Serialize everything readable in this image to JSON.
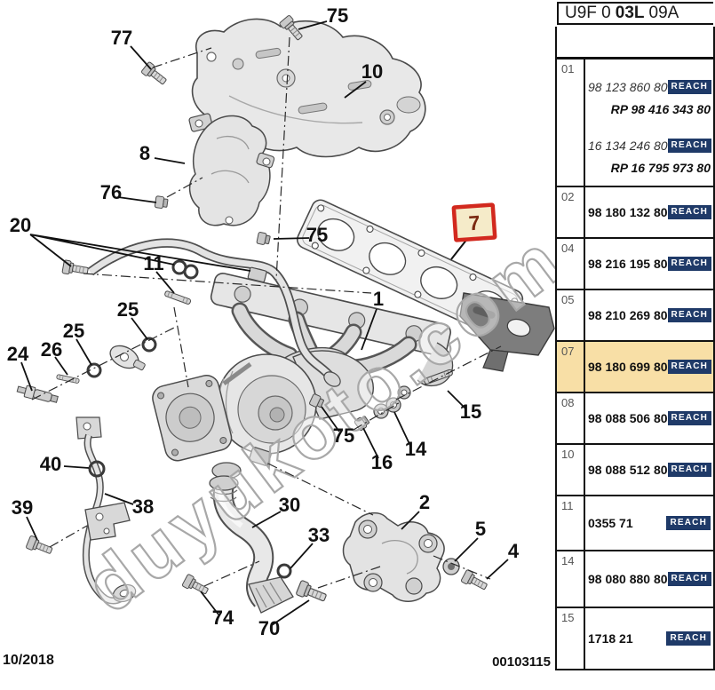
{
  "header": {
    "code_prefix": "U9F 0",
    "code_bold": "03L",
    "code_suffix": "09A"
  },
  "footer": {
    "date": "10/2018",
    "drawing_number": "00103115"
  },
  "watermark": {
    "text": "duyukoto.com"
  },
  "panel": {
    "reach_label": "REACH",
    "reach_color": "#1F3A68",
    "highlight_color": "#F8DFA6",
    "rows": [
      {
        "ref": "01",
        "highlight": false,
        "entries": [
          {
            "part": "98 123 860 80",
            "reach": true,
            "style": "italic"
          },
          {
            "part": "RP 98 416 343 80",
            "reach": false,
            "style": "rp"
          },
          {
            "part": "16 134 246 80",
            "reach": true,
            "style": "italic"
          },
          {
            "part": "RP 16 795 973 80",
            "reach": false,
            "style": "rp"
          }
        ]
      },
      {
        "ref": "02",
        "highlight": false,
        "entries": [
          {
            "part": "98 180 132 80",
            "reach": true,
            "style": "plain"
          }
        ]
      },
      {
        "ref": "04",
        "highlight": false,
        "entries": [
          {
            "part": "98 216 195 80",
            "reach": true,
            "style": "plain"
          }
        ]
      },
      {
        "ref": "05",
        "highlight": false,
        "entries": [
          {
            "part": "98 210 269 80",
            "reach": true,
            "style": "plain"
          }
        ]
      },
      {
        "ref": "07",
        "highlight": true,
        "entries": [
          {
            "part": "98 180 699 80",
            "reach": true,
            "style": "plain"
          }
        ]
      },
      {
        "ref": "08",
        "highlight": false,
        "entries": [
          {
            "part": "98 088 506 80",
            "reach": true,
            "style": "plain"
          }
        ]
      },
      {
        "ref": "10",
        "highlight": false,
        "entries": [
          {
            "part": "98 088 512 80",
            "reach": true,
            "style": "plain"
          }
        ]
      },
      {
        "ref": "11",
        "highlight": false,
        "entries": [
          {
            "part": "0355 71",
            "reach": true,
            "style": "plain"
          }
        ]
      },
      {
        "ref": "14",
        "highlight": false,
        "entries": [
          {
            "part": "98 080 880 80",
            "reach": true,
            "style": "plain"
          }
        ]
      },
      {
        "ref": "15",
        "highlight": false,
        "entries": [
          {
            "part": "1718 21",
            "reach": true,
            "style": "plain"
          }
        ]
      }
    ]
  },
  "diagram": {
    "highlight_callout": {
      "label": "7",
      "border_color": "#D2291E",
      "fill_color": "#F5EBC9"
    },
    "callouts": [
      {
        "label": "77"
      },
      {
        "label": "75"
      },
      {
        "label": "10"
      },
      {
        "label": "8"
      },
      {
        "label": "76"
      },
      {
        "label": "20"
      },
      {
        "label": "75"
      },
      {
        "label": "11"
      },
      {
        "label": "25"
      },
      {
        "label": "25"
      },
      {
        "label": "26"
      },
      {
        "label": "24"
      },
      {
        "label": "1"
      },
      {
        "label": "15"
      },
      {
        "label": "75"
      },
      {
        "label": "16"
      },
      {
        "label": "14"
      },
      {
        "label": "40"
      },
      {
        "label": "39"
      },
      {
        "label": "38"
      },
      {
        "label": "30"
      },
      {
        "label": "33"
      },
      {
        "label": "2"
      },
      {
        "label": "5"
      },
      {
        "label": "4"
      },
      {
        "label": "74"
      },
      {
        "label": "70"
      }
    ]
  }
}
